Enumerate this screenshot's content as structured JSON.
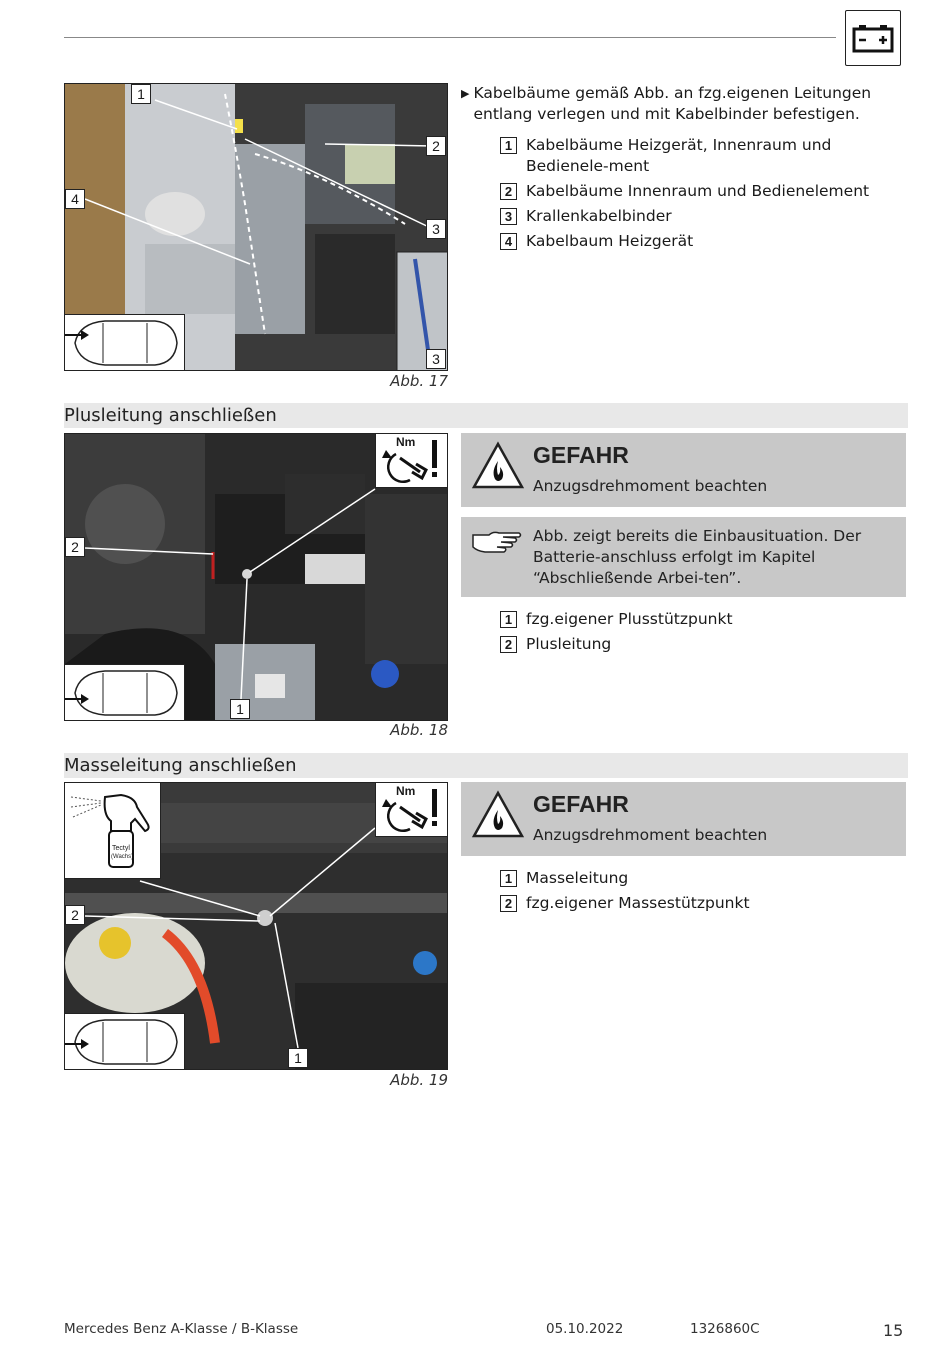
{
  "header": {
    "icon": "battery-icon"
  },
  "fig17": {
    "caption": "Abb. 17",
    "callouts": [
      "1",
      "2",
      "3",
      "4",
      "3"
    ],
    "instruction": "Kabelbäume gemäß Abb. an fzg.eigenen Leitungen entlang verlegen und mit Kabelbinder befestigen.",
    "legend": [
      {
        "num": "1",
        "text": "Kabelbäume Heizgerät, Innenraum und Bedienele-ment"
      },
      {
        "num": "2",
        "text": "Kabelbäume Innenraum und Bedienelement"
      },
      {
        "num": "3",
        "text": "Krallenkabelbinder"
      },
      {
        "num": "4",
        "text": "Kabelbaum Heizgerät"
      }
    ]
  },
  "section_plus": {
    "title": "Plusleitung anschließen",
    "caption": "Abb. 18",
    "callouts": [
      "2",
      "1"
    ],
    "nm_label": "Nm",
    "danger": {
      "title": "GEFAHR",
      "text": "Anzugsdrehmoment beachten"
    },
    "note": "Abb. zeigt bereits die Einbausituation. Der Batterie-anschluss erfolgt im Kapitel “Abschließende Arbei-ten”.",
    "legend": [
      {
        "num": "1",
        "text": "fzg.eigener Plusstützpunkt"
      },
      {
        "num": "2",
        "text": "Plusleitung"
      }
    ]
  },
  "section_masse": {
    "title": "Masseleitung anschließen",
    "caption": "Abb. 19",
    "callouts": [
      "2",
      "1"
    ],
    "nm_label": "Nm",
    "spray_label_1": "Tectyl",
    "spray_label_2": "(Wachs)",
    "danger": {
      "title": "GEFAHR",
      "text": "Anzugsdrehmoment beachten"
    },
    "legend": [
      {
        "num": "1",
        "text": "Masseleitung"
      },
      {
        "num": "2",
        "text": "fzg.eigener Massestützpunkt"
      }
    ]
  },
  "footer": {
    "vehicle": "Mercedes Benz A-Klasse / B-Klasse",
    "date": "05.10.2022",
    "doc_number": "1326860C",
    "page": "15"
  }
}
